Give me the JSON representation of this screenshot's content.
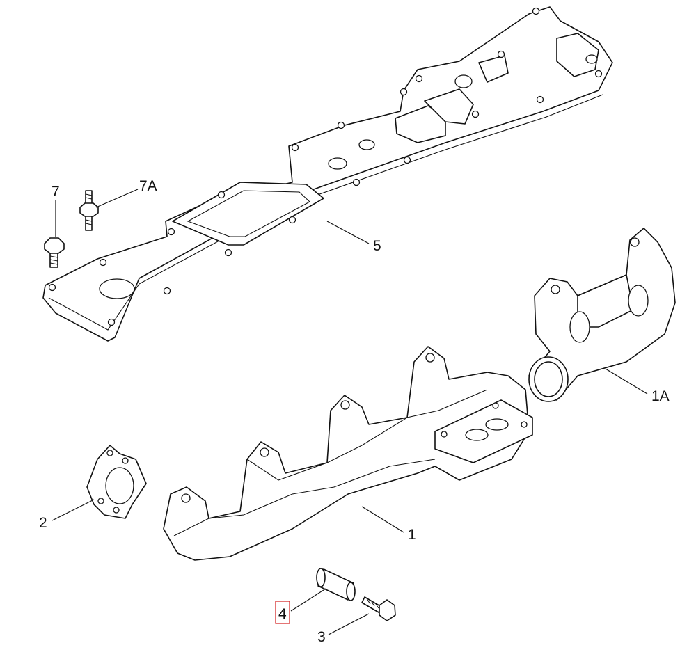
{
  "diagram": {
    "callouts": [
      {
        "id": "c7",
        "label": "7"
      },
      {
        "id": "c7a",
        "label": "7A"
      },
      {
        "id": "c5",
        "label": "5"
      },
      {
        "id": "c1a",
        "label": "1A"
      },
      {
        "id": "c2",
        "label": "2"
      },
      {
        "id": "c1",
        "label": "1"
      },
      {
        "id": "c4",
        "label": "4",
        "highlighted": true
      },
      {
        "id": "c3",
        "label": "3"
      }
    ],
    "colors": {
      "line": "#111111",
      "highlight": "#d62b2b",
      "background": "#ffffff"
    }
  }
}
